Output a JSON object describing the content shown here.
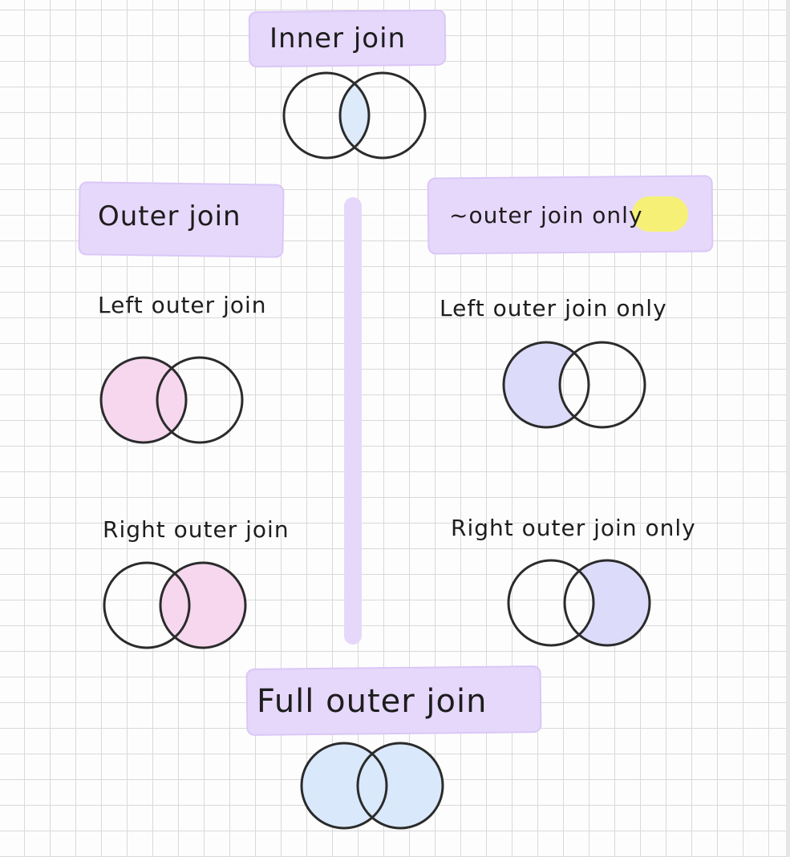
{
  "colors": {
    "highlight": "#e6d8fb",
    "marker": "#f6f176",
    "inner_fill": "#dceafa",
    "left_right_fill": "#f6d7ee",
    "only_fill": "#dcdcfa",
    "full_fill": "#d9e8fb",
    "stroke": "#2b2b2b"
  },
  "sections": {
    "inner": {
      "title": "Inner join",
      "fill": "inner_fill",
      "region": "intersection"
    },
    "outer": {
      "title": "Outer join",
      "left": {
        "label": "Left outer join",
        "region": "left"
      },
      "right": {
        "label": "Right outer join",
        "region": "right"
      }
    },
    "outer_only": {
      "prefix": "~outer join ",
      "marked_word": "only",
      "left": {
        "label": "Left outer join only",
        "region": "left-only"
      },
      "right": {
        "label": "Right outer join only",
        "region": "right-only"
      }
    },
    "full": {
      "title": "Full outer join",
      "region": "union"
    }
  }
}
